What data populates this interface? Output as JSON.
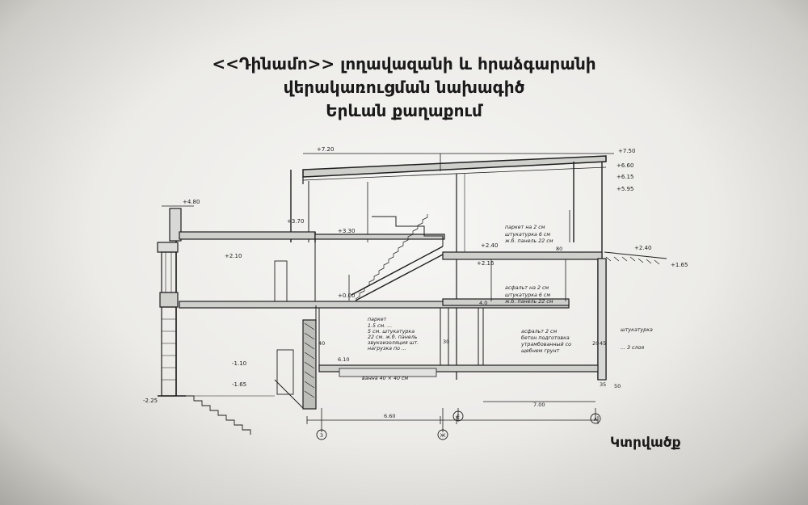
{
  "title": {
    "line1": "<<Դինամո>> լողավազանի և հրաձգարանի",
    "line2": "վերակառուցման նախագիծ",
    "line3": "Երևան քաղաքում"
  },
  "caption": "Կտրվածք",
  "drawing": {
    "levels": {
      "roof_top": "+7.50",
      "roof_left": "+7.20",
      "roof_a": "+6.60",
      "roof_b": "+6.15",
      "roof_c": "+5.95",
      "upper_left": "+4.80",
      "upper_a": "+3.70",
      "upper_b": "+3.30",
      "right_mid": "+2.40",
      "right_ground": "+2.40",
      "right_grade": "+1.65",
      "mid_left": "+2.10",
      "mid_right": "+2.16",
      "floor": "+0.00",
      "lower_left": "-1.10",
      "bottom_left": "-1.65",
      "base_left": "-2.25"
    },
    "notes": {
      "roof_lines": [
        "паркет на 2 см",
        "штукатурка 6 см",
        "ж.б. панель 22 см"
      ],
      "mid_lines": [
        "асфальт на 2 см",
        "штукатурка 6 см",
        "ж.б. панель 22 см"
      ],
      "left_lines": [
        "паркет",
        "1.5 см. ...",
        "5 см. штукатурка",
        "22 см. ж.б. панель",
        "звукоизоляция шт.",
        "нагрузка по ..."
      ],
      "right_lines": [
        "асфальт 2 см",
        "бетон подготовка",
        "утрамбованный со",
        "щебнем грунт"
      ],
      "wall_lines": [
        "штукатурка",
        "... 3 слоя"
      ],
      "pool_line": "ванна 40 × 40 см"
    },
    "dims": {
      "d1": "6.10",
      "d2": "6.60",
      "d3": "7.00",
      "d4": "30",
      "d5": "50",
      "d6": "20",
      "d7": "45",
      "d8": "40",
      "d9": "35",
      "d10": "80",
      "d11": "4.0"
    },
    "axes": [
      "3",
      "Ж",
      "Е",
      "А"
    ]
  }
}
